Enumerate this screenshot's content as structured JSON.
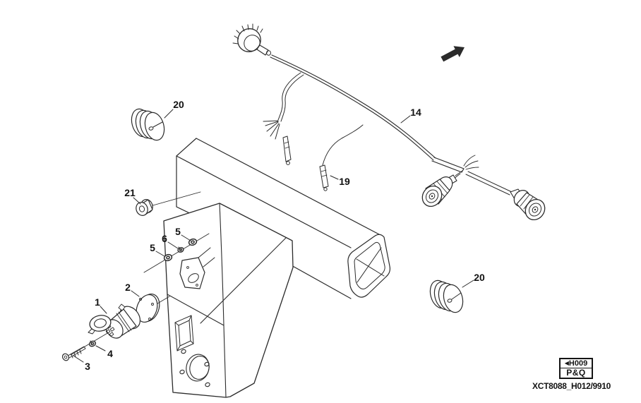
{
  "diagram": {
    "type": "exploded-parts-diagram",
    "callouts": [
      "20",
      "21",
      "5",
      "6",
      "5",
      "2",
      "1",
      "4",
      "3",
      "14",
      "19",
      "20"
    ],
    "direction_arrow": "up-right"
  },
  "footer": {
    "nav_box": {
      "back_glyph": "◀",
      "line1": "H009",
      "line2": "P&Q"
    },
    "drawing_code": "XCT8088_H012/9910"
  },
  "colors": {
    "line": "#2b2b2b",
    "background": "#ffffff",
    "text": "#111111"
  }
}
